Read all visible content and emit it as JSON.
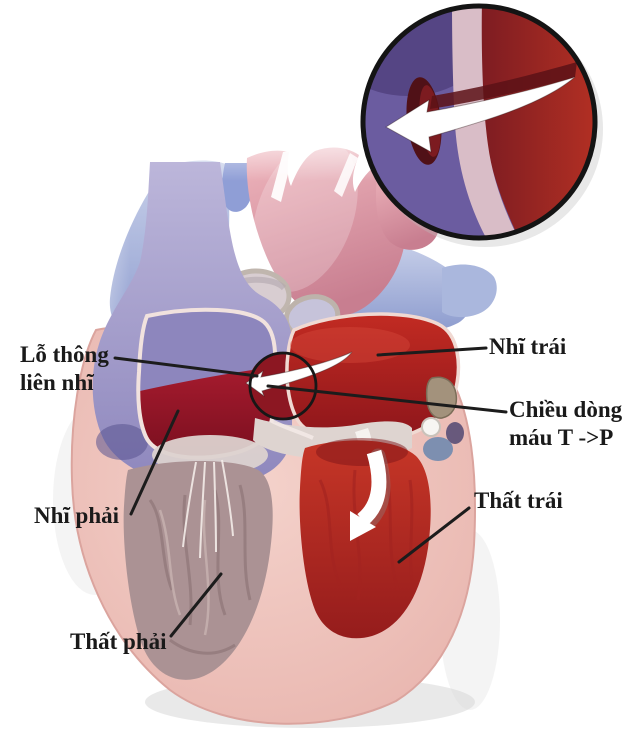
{
  "labels": {
    "septal_defect": {
      "line1": "Lỗ thông",
      "line2": "liên nhĩ"
    },
    "left_atrium": "Nhĩ trái",
    "flow_direction": {
      "line1": "Chiều dòng",
      "line2": "máu T ->P"
    },
    "left_ventricle": "Thất trái",
    "right_atrium": "Nhĩ phải",
    "right_ventricle": "Thất phải"
  },
  "icons": {
    "main_shunt_arrow": "left-arrow",
    "inset_shunt_arrow": "left-arrow",
    "lv_flow_arrow": "curved-down-arrow"
  },
  "colors": {
    "background": "#ffffff",
    "label_text": "#1a1a1a",
    "leader_line": "#1c1c1c",
    "annotation_ring": "#171717",
    "heart_wall_pink": "#edc0b9",
    "right_ventricle_gray": "#ab9294",
    "septum_pink": "#d9bdc7",
    "defect_bridge_red": "#8c1722",
    "oxygenated_red": "#b5241d",
    "deoxygenated_purple": "#5f5094",
    "vessel_blue": "#a9b6dc",
    "arrow_white": "#ffffff"
  }
}
